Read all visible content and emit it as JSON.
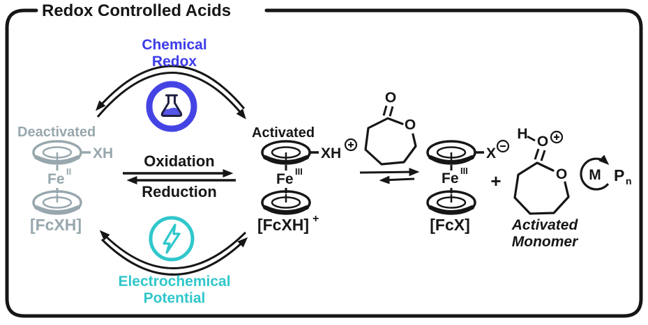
{
  "title": "Redox Controlled Acids",
  "labels": {
    "chemical_redox": [
      "Chemical",
      "Redox"
    ],
    "electrochemical": [
      "Electrochemical",
      "Potential"
    ],
    "oxidation": "Oxidation",
    "reduction": "Reduction",
    "plus_between_products": "+"
  },
  "deactivated_complex": {
    "caption": "Deactivated",
    "substituent": "XH",
    "metal": "Fe",
    "oxidation_state": "II",
    "formula": "[FcXH]"
  },
  "activated_complex": {
    "caption": "Activated",
    "substituent": "XH",
    "metal": "Fe",
    "oxidation_state": "III",
    "formula": "[FcXH]",
    "formula_charge": "+"
  },
  "ferrocenium_x_complex": {
    "substituent": "X",
    "metal": "Fe",
    "oxidation_state": "III",
    "formula": "[FcX]"
  },
  "lactone_monomer": {
    "carbonyl_oxygen": "O",
    "ring_oxygen": "O"
  },
  "activated_monomer": {
    "proton": "H",
    "oxygen": "O",
    "ring_oxygen": "O",
    "caption": [
      "Activated",
      "Monomer"
    ]
  },
  "polymerization": {
    "monomer_symbol": "M",
    "polymer_symbol": "P",
    "polymer_subscript": "n"
  },
  "icons": {
    "chemical_redox": "flask-icon",
    "electrochemical": "lightning-icon",
    "positive_charge": "circled-plus",
    "negative_charge": "circled-minus"
  },
  "colors": {
    "blue": "#3c3ce8",
    "teal": "#2fc7cb",
    "gray": "#97a7ad",
    "ink": "#161616"
  }
}
